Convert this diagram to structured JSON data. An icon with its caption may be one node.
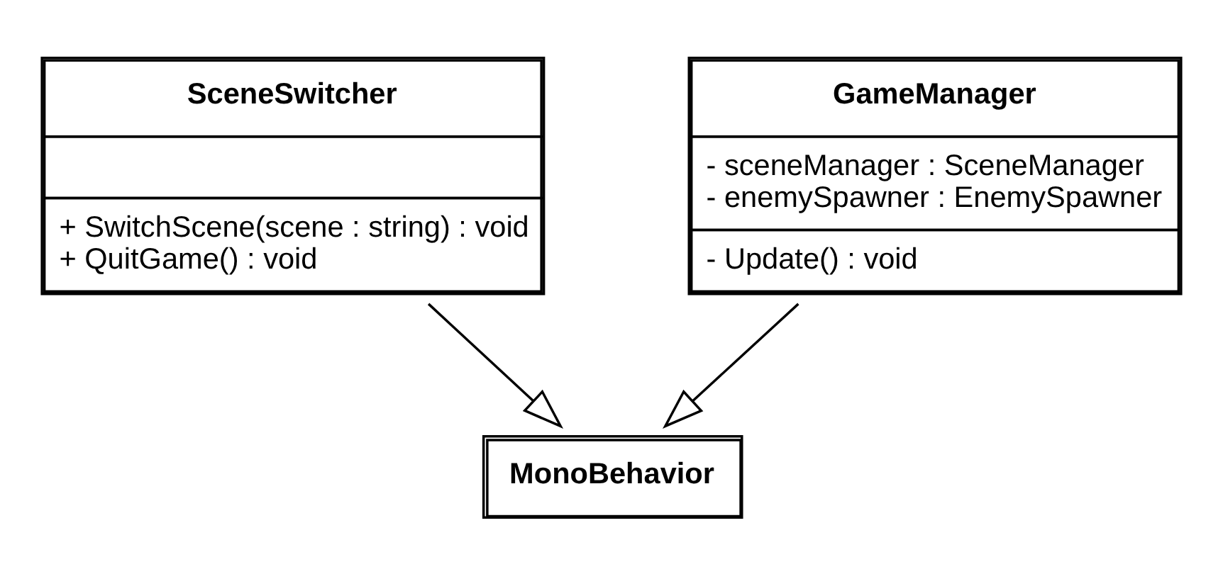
{
  "diagram": {
    "nodes": [
      {
        "text": [
          "MonoBehavior"
        ]
      },
      {
        "text": [
          "SceneSwitcher",
          "+ SwitchScene(scene : string) : void",
          "+ QuitGame() : void"
        ]
      },
      {
        "text": [
          "GameManager",
          "- sceneManager : SceneManager",
          "- enemySpawner : EnemySpawner",
          "- Update() : void"
        ]
      }
    ],
    "edges": [
      {
        "from": 1,
        "to": 0,
        "arrow": "to"
      },
      {
        "from": 2,
        "to": 0,
        "arrow": "to"
      }
    ]
  }
}
